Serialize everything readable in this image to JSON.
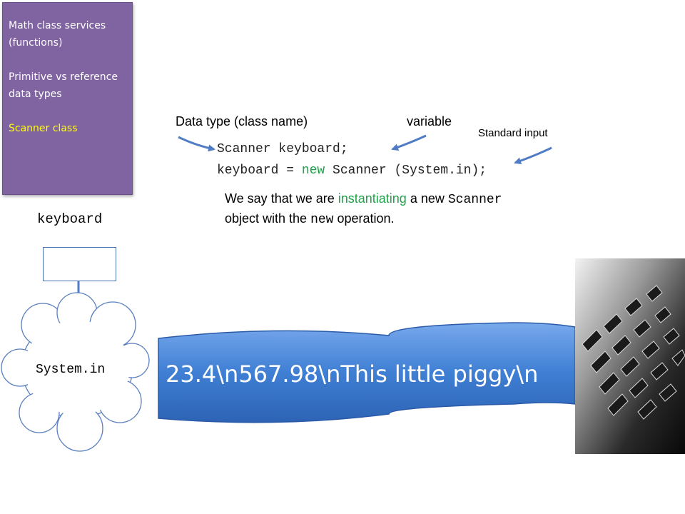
{
  "sidebar": {
    "items": [
      {
        "label": "Math class services (functions)"
      },
      {
        "label": "Primitive vs reference data types"
      },
      {
        "label": "Scanner class"
      }
    ],
    "active_index": 2
  },
  "annotations": {
    "data_type": "Data type (class name)",
    "variable": "variable",
    "standard_input": "Standard input"
  },
  "code": {
    "line1": "Scanner keyboard;",
    "line2_prefix": "keyboard = ",
    "line2_keyword": "new",
    "line2_suffix": " Scanner (System.in);"
  },
  "note": {
    "part1": "We say that we are ",
    "highlight": "instantiating",
    "part2": " a new ",
    "code1": "Scanner",
    "part3": " object with the ",
    "code2": "new",
    "part4": " operation."
  },
  "diagram": {
    "reference_label": "keyboard",
    "cloud_label": "System.in",
    "stream_text": "23.4\\n567.98\\nThis little piggy\\n"
  },
  "colors": {
    "sidebar_bg": "#8064a2",
    "sidebar_active": "#ffff00",
    "arrow": "#4f7cc4",
    "highlight": "#1fa34a",
    "stream": "#3f7fd4"
  },
  "icons": {
    "photo": "keyboard-photo"
  }
}
